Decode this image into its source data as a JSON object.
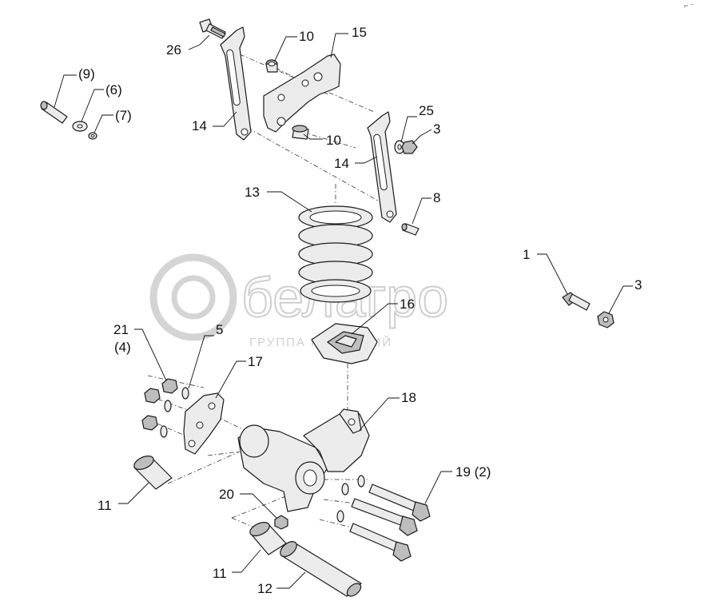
{
  "watermark": {
    "brand": "белагро",
    "subtitle": "ГРУППА КОМПАНИЙ"
  },
  "corner_mark": "⌐ ⁻",
  "labels": {
    "l1": "1",
    "l3a": "3",
    "l3b": "3",
    "l5": "5",
    "l6": "(6)",
    "l7": "(7)",
    "l8": "8",
    "l9": "(9)",
    "l10a": "10",
    "l10b": "10",
    "l11a": "11",
    "l11b": "11",
    "l12": "12",
    "l13": "13",
    "l14a": "14",
    "l14b": "14",
    "l15": "15",
    "l16": "16",
    "l17": "17",
    "l18": "18",
    "l19": "19 (2)",
    "l20": "20",
    "l21": "21",
    "l4": "(4)",
    "l25": "25",
    "l26": "26"
  }
}
